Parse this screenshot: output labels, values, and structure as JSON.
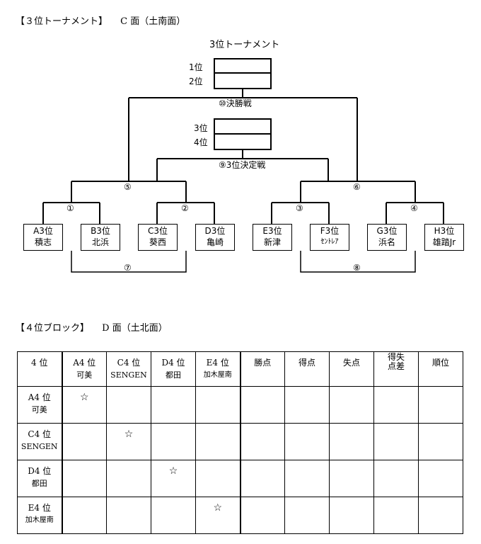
{
  "section1": {
    "heading": "【３位トーナメント】",
    "court": "C 面（土南面）"
  },
  "bracket": {
    "title": "3位トーナメント",
    "final_ranks": [
      "1位",
      "2位"
    ],
    "third_ranks": [
      "3位",
      "4位"
    ],
    "final_label": "⑩決勝戦",
    "third_place_label": "⑨3位決定戦",
    "match_labels": {
      "m1": "①",
      "m2": "②",
      "m3": "③",
      "m4": "④",
      "m5": "⑤",
      "m6": "⑥",
      "m7": "⑦",
      "m8": "⑧"
    },
    "teams": [
      {
        "seed": "A3位",
        "name": "積志"
      },
      {
        "seed": "B3位",
        "name": "北浜"
      },
      {
        "seed": "C3位",
        "name": "葵西"
      },
      {
        "seed": "D3位",
        "name": "亀崎"
      },
      {
        "seed": "E3位",
        "name": "新津"
      },
      {
        "seed": "F3位",
        "name": "ｾﾝﾄﾚｱ"
      },
      {
        "seed": "G3位",
        "name": "浜名"
      },
      {
        "seed": "H3位",
        "name": "雄踏Jr"
      }
    ]
  },
  "section2": {
    "heading": "【４位ブロック】",
    "court": "D 面（土北面）"
  },
  "league": {
    "corner": "4 位",
    "teams": [
      {
        "seed": "A4 位",
        "name": "可美"
      },
      {
        "seed": "C4 位",
        "name": "SENGEN"
      },
      {
        "seed": "D4 位",
        "name": "都田"
      },
      {
        "seed": "E4 位",
        "name": "加木屋南"
      }
    ],
    "stat_headers": [
      "勝点",
      "得点",
      "失点",
      "得失点差",
      "順位"
    ],
    "stat_header_lines": {
      "goal_diff_1": "得失",
      "goal_diff_2": "点差"
    },
    "self_mark": "☆"
  }
}
